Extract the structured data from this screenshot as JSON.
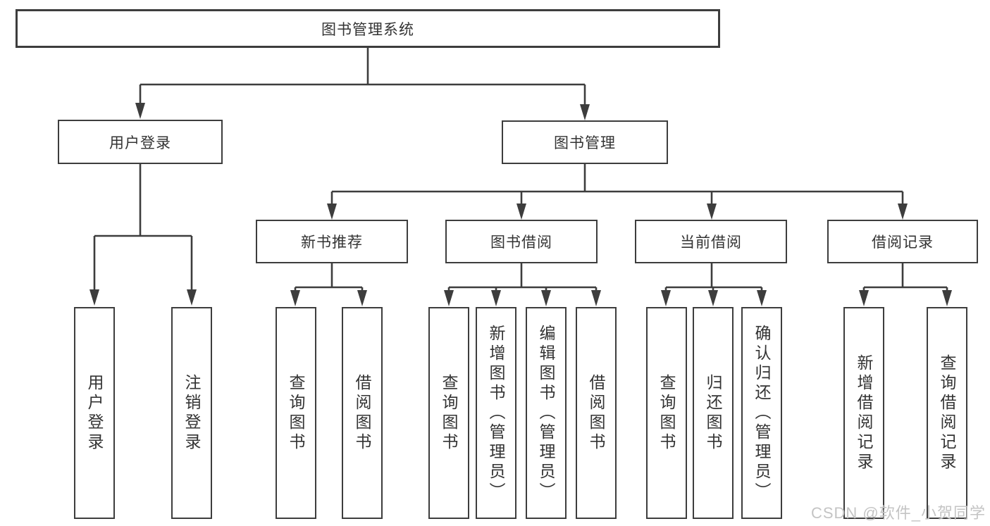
{
  "diagram": {
    "root": "图书管理系统",
    "user_login": {
      "label": "用户登录",
      "children": [
        "用户登录",
        "注销登录"
      ]
    },
    "book_mgmt": {
      "label": "图书管理",
      "sections": [
        {
          "label": "新书推荐",
          "children": [
            "查询图书",
            "借阅图书"
          ]
        },
        {
          "label": "图书借阅",
          "children": [
            "查询图书",
            "新增图书（管理员）",
            "编辑图书（管理员）",
            "借阅图书"
          ]
        },
        {
          "label": "当前借阅",
          "children": [
            "查询图书",
            "归还图书",
            "确认归还（管理员）"
          ]
        },
        {
          "label": "借阅记录",
          "children": [
            "新增借阅记录",
            "查询借阅记录"
          ]
        }
      ]
    }
  },
  "watermark": "CSDN @软件_小贺同学",
  "colors": {
    "line": "#3d3d3d",
    "border": "#3d3d3d",
    "text": "#333333",
    "watermark": "#c4c4c4",
    "background": "#ffffff"
  }
}
